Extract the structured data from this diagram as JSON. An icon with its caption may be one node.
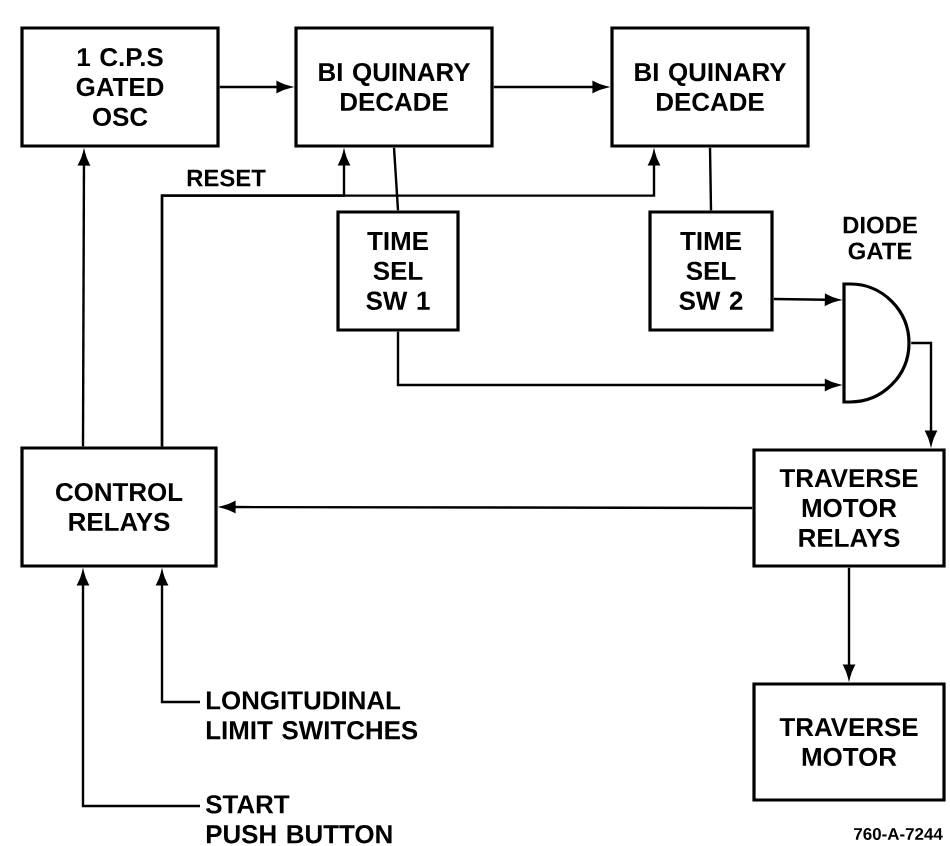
{
  "diagram": {
    "nodes": [
      {
        "text": [
          "1 C.P.S GATED OSC"
        ]
      },
      {
        "text": [
          "BI QUINARY DECADE"
        ]
      },
      {
        "text": [
          "BI QUINARY DECADE"
        ]
      },
      {
        "text": [
          "TIME SEL SW 1"
        ]
      },
      {
        "text": [
          "TIME SEL SW 2"
        ]
      },
      {
        "text": [],
        "shape": "gate",
        "beside": [
          "DIODE GATE"
        ]
      },
      {
        "text": [
          "CONTROL RELAYS"
        ]
      },
      {
        "text": [
          "TRAVERSE MOTOR RELAYS"
        ]
      },
      {
        "text": [
          "TRAVERSE MOTOR"
        ]
      },
      {
        "text": [
          "LONGITUDINAL LIMIT SWITCHES"
        ]
      },
      {
        "text": [
          "START PUSH BUTTON"
        ]
      }
    ],
    "edges": [
      {
        "from": 0,
        "to": 1,
        "arrow": "to"
      },
      {
        "from": 1,
        "to": 2,
        "arrow": "to"
      },
      {
        "from": 1,
        "to": 3,
        "arrow": "none"
      },
      {
        "from": 2,
        "to": 4,
        "arrow": "none"
      },
      {
        "from": 3,
        "to": 5,
        "arrow": "to"
      },
      {
        "from": 4,
        "to": 5,
        "arrow": "to"
      },
      {
        "from": 5,
        "to": 7,
        "arrow": "to"
      },
      {
        "from": 7,
        "to": 6,
        "arrow": "to"
      },
      {
        "from": 7,
        "to": 8,
        "arrow": "to"
      },
      {
        "from": 6,
        "to": 0,
        "arrow": "to"
      },
      {
        "from": 6,
        "to": 1,
        "arrow": "to",
        "label": "RESET"
      },
      {
        "from": 6,
        "to": 2,
        "arrow": "to"
      },
      {
        "from": 9,
        "to": 6,
        "arrow": "to"
      },
      {
        "from": 10,
        "to": 6,
        "arrow": "to"
      }
    ],
    "labels": [
      "760-A-7244"
    ]
  }
}
